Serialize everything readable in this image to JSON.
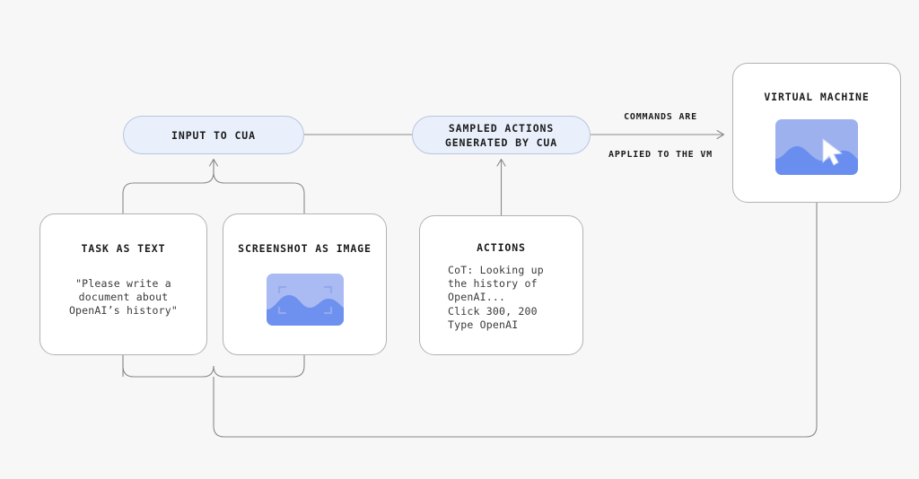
{
  "diagram": {
    "title": "CUA loop diagram",
    "background_color": "#f7f7f7",
    "line_color": "#8a8a8a",
    "pill_fill": "#e9effb",
    "pill_border": "#b9c6de",
    "card_fill": "#ffffff",
    "card_border": "#b2b2b2"
  },
  "nodes": {
    "input_pill": {
      "label": "INPUT TO CUA"
    },
    "sampled_pill": {
      "line1": "SAMPLED ACTIONS",
      "line2": "GENERATED BY CUA"
    },
    "task_card": {
      "title": "TASK AS TEXT",
      "body": "\"Please write a\ndocument about\nOpenAI’s history\""
    },
    "screenshot_card": {
      "title": "SCREENSHOT AS IMAGE",
      "thumbnail": "screenshot-thumbnail"
    },
    "actions_card": {
      "title": "ACTIONS",
      "body": "CoT: Looking up\nthe history of\nOpenAI...\nClick 300, 200\nType OpenAI"
    },
    "vm_card": {
      "title": "VIRTUAL MACHINE",
      "thumbnail": "virtual-machine-thumbnail"
    }
  },
  "edges": {
    "commands_label": {
      "line1": "COMMANDS ARE",
      "line2": "APPLIED TO THE VM"
    }
  },
  "thumbnail_colors": {
    "screenshot_sky": "#a9bbf2",
    "screenshot_wave": "#6e91ef",
    "screenshot_bracket": "#93a8ee",
    "vm_sky": "#9db1ee",
    "vm_wave": "#6a8ef0",
    "cursor": "#ffffff"
  }
}
